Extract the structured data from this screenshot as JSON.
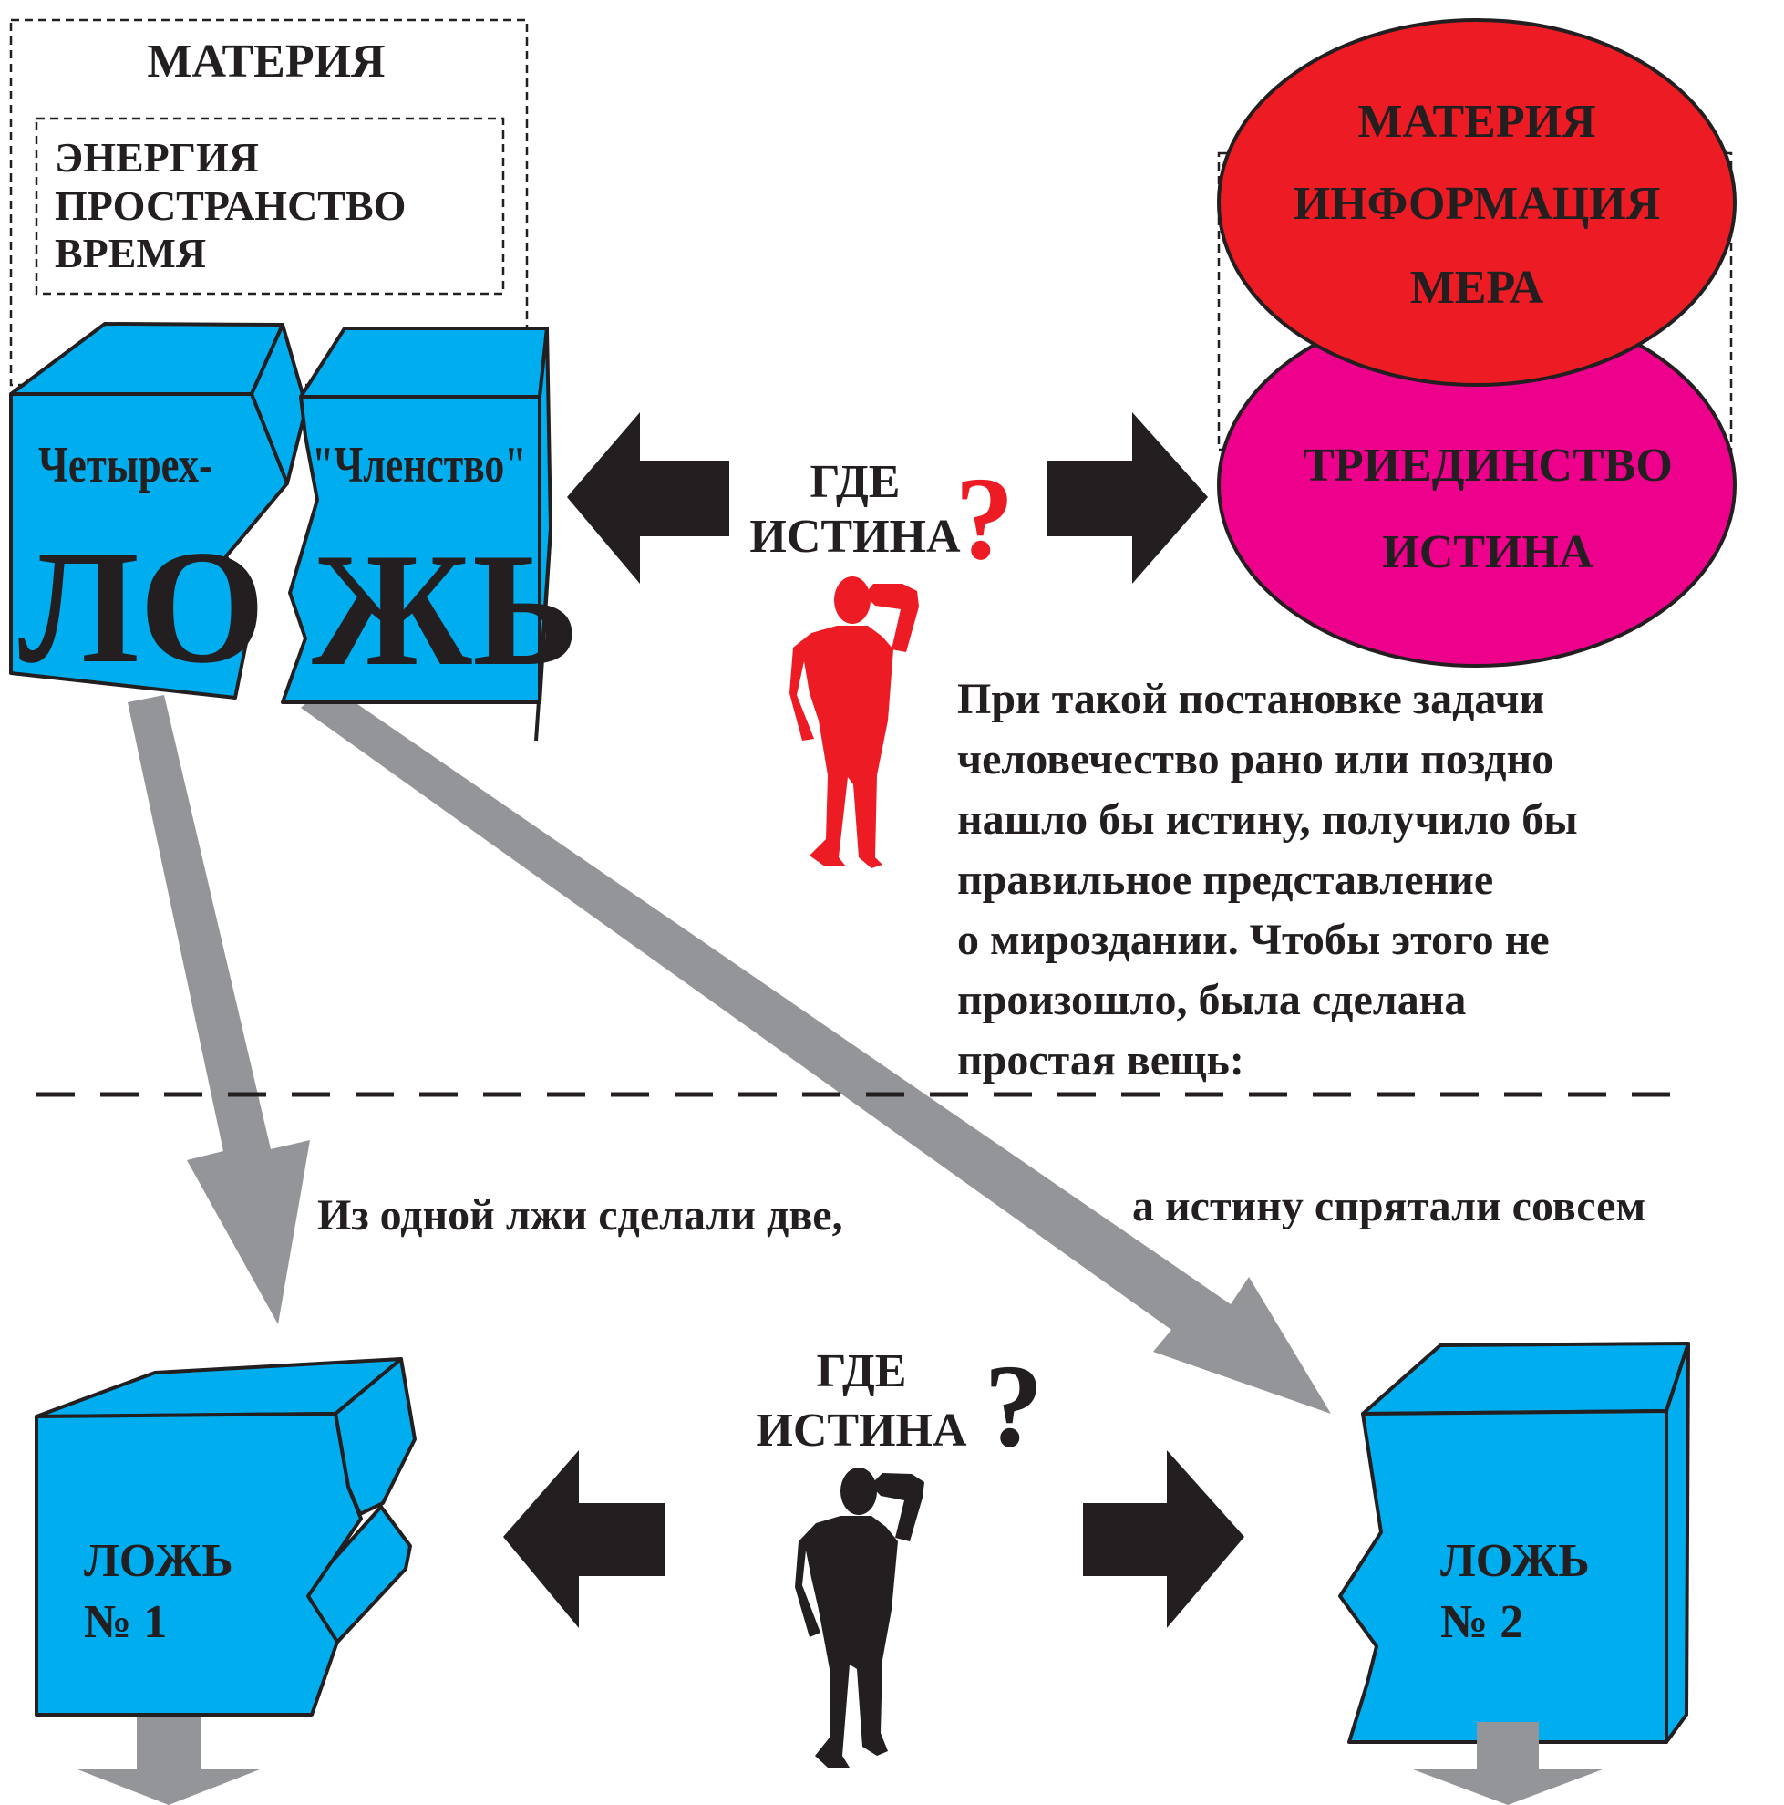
{
  "top_left": {
    "outer_title": "МАТЕРИЯ",
    "inner_lines": [
      "ЭНЕРГИЯ",
      "ПРОСТРАНСТВО",
      "ВРЕМЯ"
    ],
    "cube_left_label": "Четырех-",
    "cube_left_big": "ЛО",
    "cube_right_label": "\"Членство\"",
    "cube_right_big": "ЖЬ"
  },
  "question_top": {
    "line1": "ГДЕ",
    "line2": "ИСТИНА",
    "mark": "?"
  },
  "top_right": {
    "red_lines": [
      "МАТЕРИЯ",
      "ИНФОРМАЦИЯ",
      "МЕРА"
    ],
    "pink_lines": [
      "ТРИЕДИНСТВО",
      "ИСТИНА"
    ]
  },
  "paragraph_lines": [
    "При такой постановке задачи",
    "человечество рано или поздно",
    "нашло бы истину, получило бы",
    "правильное представление",
    "о мироздании. Чтобы этого не",
    "произошло, была сделана",
    "простая вещь:"
  ],
  "caption_left": "Из одной лжи сделали две,",
  "caption_right": "а истину спрятали совсем",
  "question_bottom": {
    "line1": "ГДЕ",
    "line2": "ИСТИНА",
    "mark": "?"
  },
  "lie1": {
    "line1": "ЛОЖЬ",
    "line2": "№ 1"
  },
  "lie2": {
    "line1": "ЛОЖЬ",
    "line2": "№ 2"
  },
  "colors": {
    "cube_face": "#00aeef",
    "outline": "#231f20",
    "red_ellipse": "#ed1c24",
    "pink_ellipse": "#ec008c",
    "gray_arrow": "#939598",
    "figure_red": "#ed1c24",
    "figure_black": "#231f20",
    "question_red": "#ed1c24"
  }
}
